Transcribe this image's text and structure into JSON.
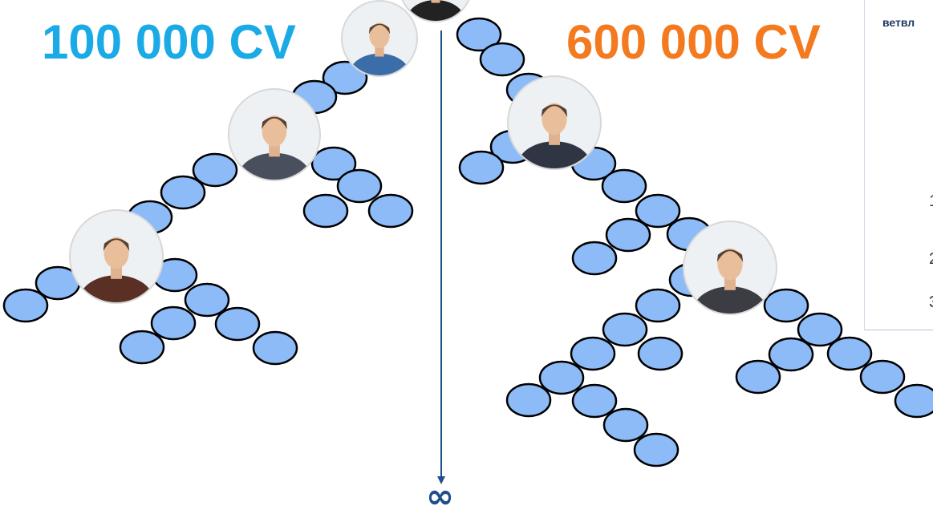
{
  "left_side": {
    "label": "100 000 CV",
    "label_color": "#1aabe6"
  },
  "right_side": {
    "label": "600 000 CV",
    "label_color": "#f47a20"
  },
  "center": {
    "infinity_symbol": "∞",
    "axis_color": "#1f4e8c"
  },
  "side_panel": {
    "title": "ветвл",
    "numbers": [
      "1",
      "2",
      "3"
    ]
  },
  "colors": {
    "node_fill": "#8cbbf7",
    "node_stroke": "#000000",
    "photo_ring": "#d8d8d8"
  },
  "people": [
    {
      "name": "avatar-man-pointing-icon",
      "shirt": "#3b6ea8"
    },
    {
      "name": "avatar-woman-asian-icon",
      "shirt": "#4a4f5e"
    },
    {
      "name": "avatar-woman-smiling-icon",
      "shirt": "#5a2f24"
    },
    {
      "name": "avatar-man-suit-icon",
      "shirt": "#2f3542"
    },
    {
      "name": "avatar-woman-redhead-icon",
      "shirt": "#3c3c44"
    },
    {
      "name": "avatar-top-man-icon",
      "shirt": "#222222"
    }
  ]
}
